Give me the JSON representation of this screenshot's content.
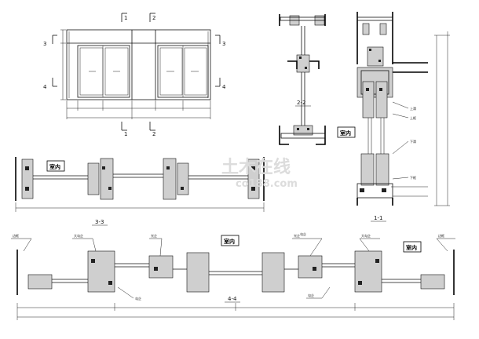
{
  "sections": {
    "s11": "1-1",
    "s22": "2-2",
    "s33": "3-3",
    "s44": "4-4"
  },
  "markers": {
    "one": "1",
    "two": "2",
    "three": "3",
    "four": "4"
  },
  "room_label": "室内",
  "watermark": {
    "main": "土木在线",
    "sub": "co188.com"
  },
  "callouts_11": [
    "上滑",
    "上框",
    "下滑",
    "下框"
  ],
  "callouts_44": [
    "边框",
    "大勾企",
    "光企",
    "光企",
    "大勾企",
    "边框",
    "勾企",
    "勾企",
    "勾企"
  ]
}
